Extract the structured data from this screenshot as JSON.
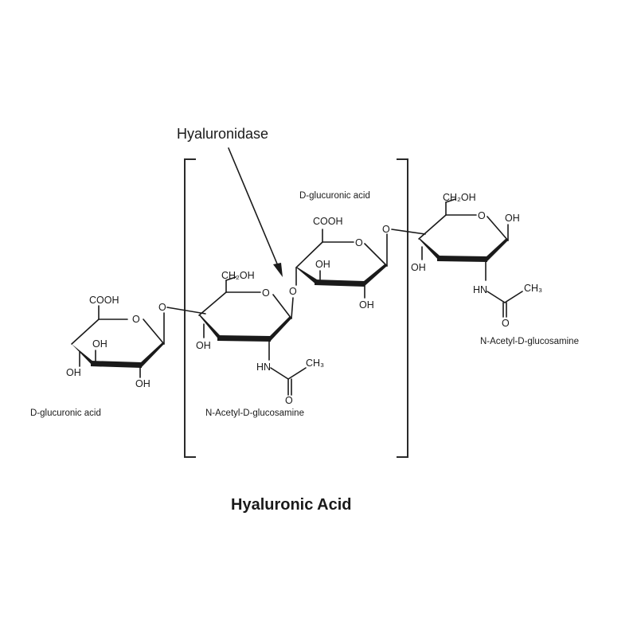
{
  "title": "Hyaluronic Acid",
  "enzyme_label": "Hyaluronidase",
  "atoms": {
    "cooh": "COOH",
    "oh": "OH",
    "ring_o": "O",
    "ch2oh": "CH₂OH",
    "nh": "HN",
    "ch3": "CH₃",
    "carbonyl_o": "O"
  },
  "units": [
    {
      "name": "D-glucuronic acid"
    },
    {
      "name": "N-Acetyl-D-glucosamine"
    },
    {
      "name": "D-glucuronic acid"
    },
    {
      "name": "N-Acetyl-D-glucosamine"
    }
  ]
}
